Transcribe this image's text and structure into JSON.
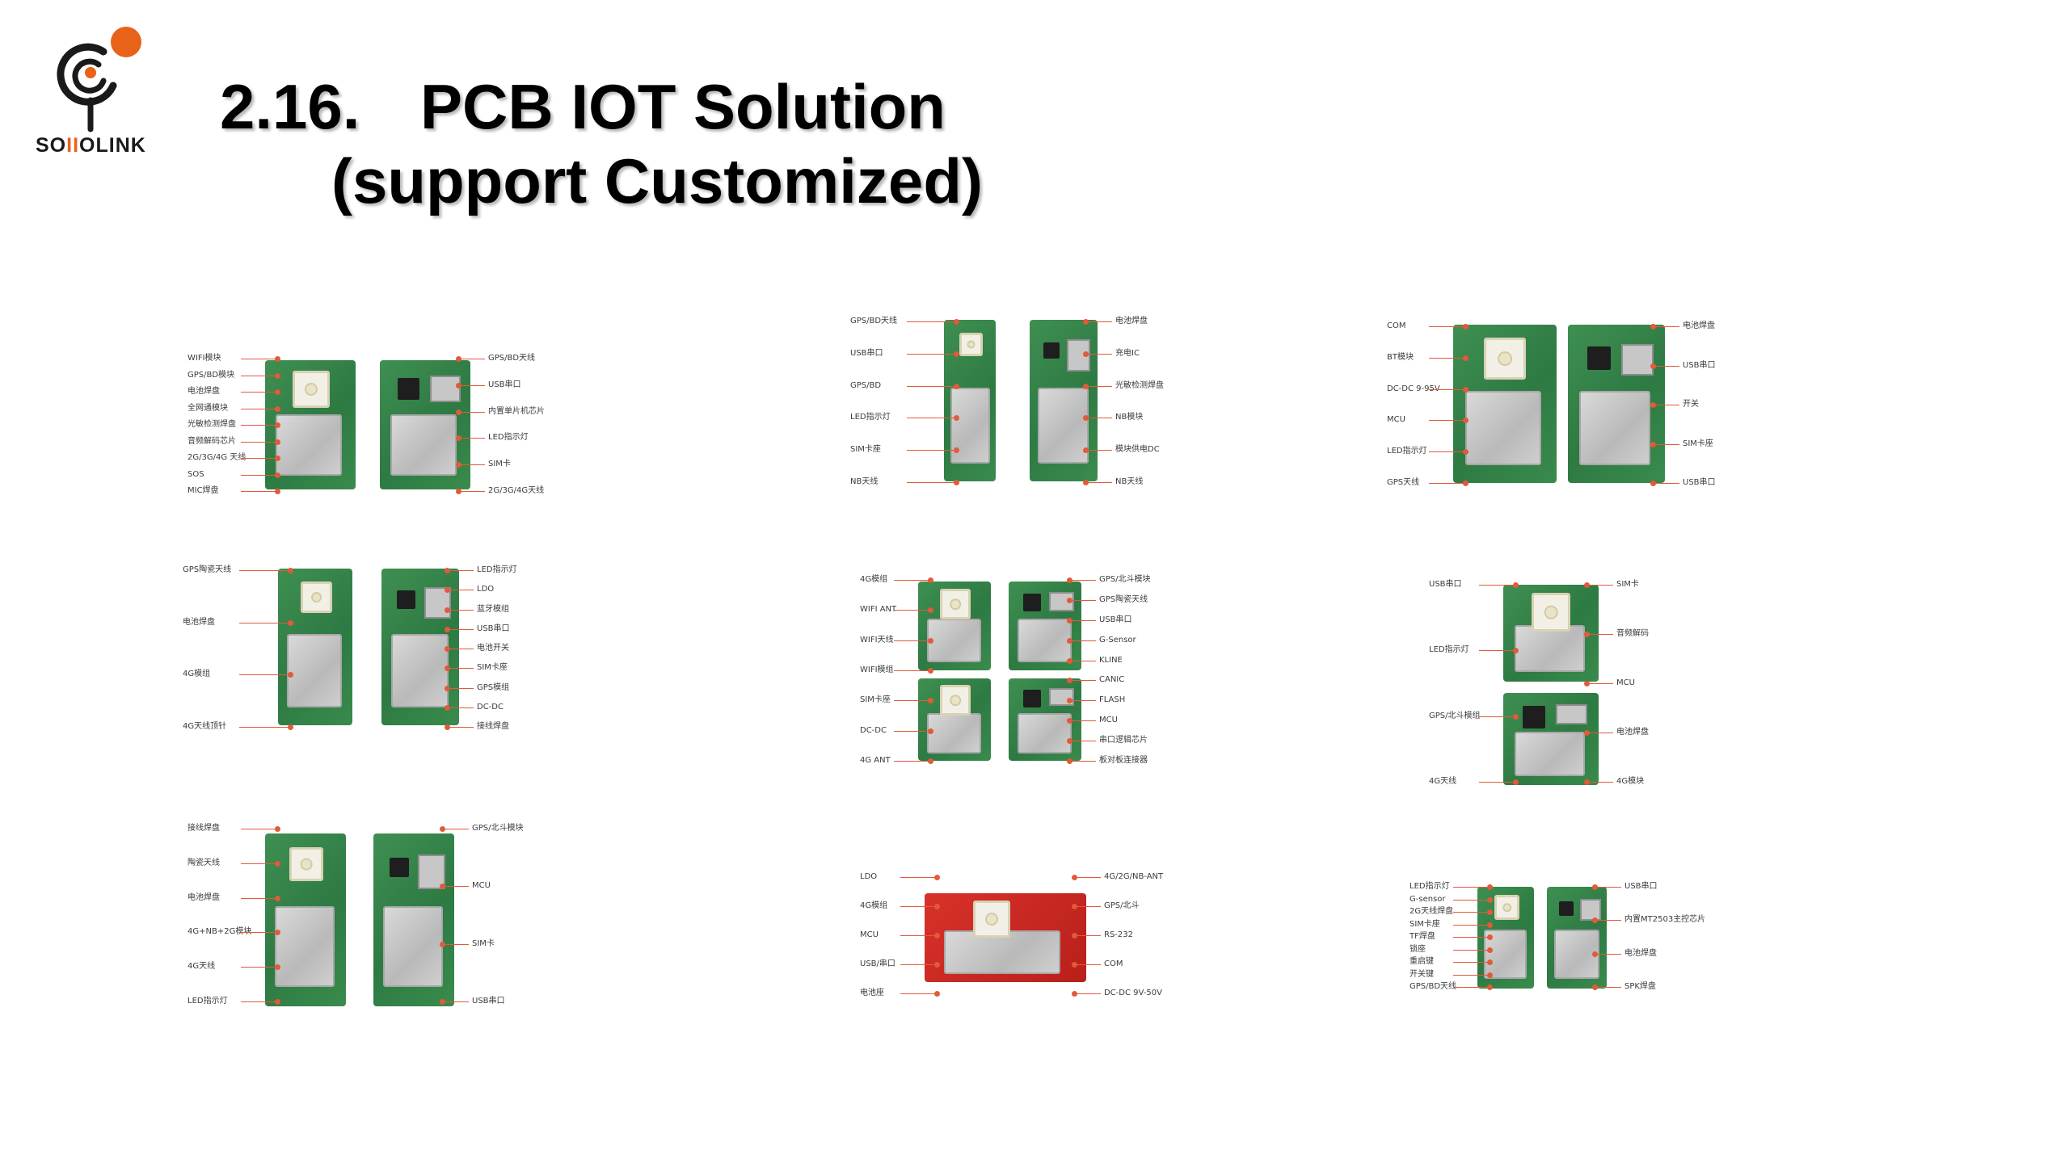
{
  "brand": {
    "name_part1": "SO",
    "name_part2": "II",
    "name_part3": "OLINK",
    "accent_color": "#e8621a"
  },
  "title": {
    "number": "2.16.",
    "line1": "PCB IOT Solution",
    "line2": "(support Customized)"
  },
  "products": [
    {
      "left_labels": [
        "WIFI模块",
        "GPS/BD模块",
        "电池焊盘",
        "全网通模块",
        "光敏检测焊盘",
        "音频解码芯片",
        "2G/3G/4G 天线",
        "SOS",
        "MIC焊盘"
      ],
      "right_labels": [
        "GPS/BD天线",
        "USB串口",
        "内置单片机芯片",
        "LED指示灯",
        "SIM卡",
        "2G/3G/4G天线"
      ]
    },
    {
      "left_labels": [
        "GPS/BD天线",
        "USB串口",
        "GPS/BD",
        "LED指示灯",
        "SIM卡座",
        "NB天线"
      ],
      "right_labels": [
        "电池焊盘",
        "充电IC",
        "光敏检测焊盘",
        "NB模块",
        "模块供电DC",
        "NB天线"
      ]
    },
    {
      "left_labels": [
        "COM",
        "BT模块",
        "DC-DC 9-95V",
        "MCU",
        "LED指示灯",
        "GPS天线"
      ],
      "right_labels": [
        "电池焊盘",
        "USB串口",
        "开关",
        "SIM卡座",
        "USB串口"
      ]
    },
    {
      "left_labels": [
        "GPS陶瓷天线",
        "电池焊盘",
        "4G模组",
        "4G天线顶针"
      ],
      "right_labels": [
        "LED指示灯",
        "LDO",
        "蓝牙模组",
        "USB串口",
        "电池开关",
        "SIM卡座",
        "GPS模组",
        "DC-DC",
        "接线焊盘"
      ]
    },
    {
      "left_labels": [
        "4G模组",
        "WIFI ANT",
        "WIFI天线",
        "WIFI模组",
        "SIM卡座",
        "DC-DC",
        "4G ANT"
      ],
      "right_labels": [
        "GPS/北斗模块",
        "GPS陶瓷天线",
        "USB串口",
        "G-Sensor",
        "KLINE",
        "CANIC",
        "FLASH",
        "MCU",
        "串口逻辑芯片",
        "板对板连接器"
      ]
    },
    {
      "left_labels": [
        "USB串口",
        "LED指示灯",
        "GPS/北斗模组",
        "4G天线"
      ],
      "right_labels": [
        "SIM卡",
        "音频解码",
        "MCU",
        "电池焊盘",
        "4G模块"
      ]
    },
    {
      "left_labels": [
        "接线焊盘",
        "陶瓷天线",
        "电池焊盘",
        "4G+NB+2G模块",
        "4G天线",
        "LED指示灯"
      ],
      "right_labels": [
        "GPS/北斗模块",
        "MCU",
        "SIM卡",
        "USB串口"
      ]
    },
    {
      "left_labels": [
        "LDO",
        "4G模组",
        "MCU",
        "USB/串口",
        "电池座"
      ],
      "right_labels": [
        "4G/2G/NB-ANT",
        "GPS/北斗",
        "RS-232",
        "COM",
        "DC-DC 9V-50V"
      ]
    },
    {
      "left_labels": [
        "LED指示灯",
        "G-sensor",
        "2G天线焊盘",
        "SIM卡座",
        "TF焊盘",
        "锁座",
        "重启键",
        "开关键",
        "GPS/BD天线"
      ],
      "right_labels": [
        "USB串口",
        "内置MT2503主控芯片",
        "电池焊盘",
        "SPK焊盘"
      ]
    }
  ]
}
